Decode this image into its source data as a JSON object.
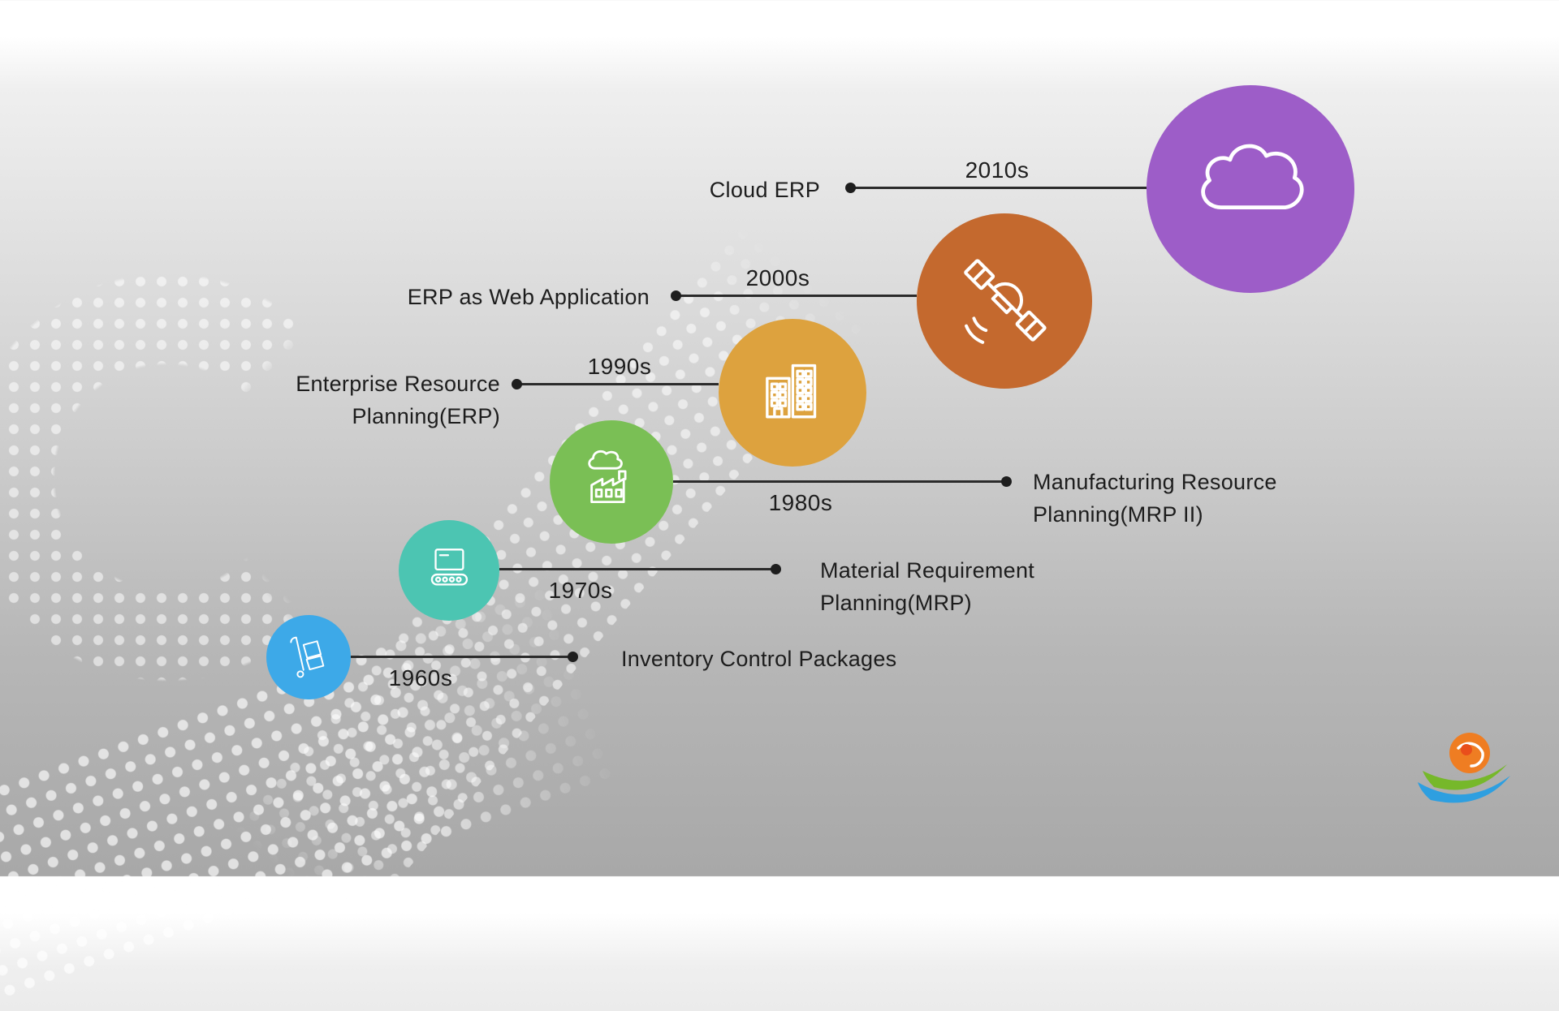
{
  "slide": {
    "background_top": "#ffffff",
    "background_bottom": "#a8a8a8",
    "dot_pattern_color": "rgba(255,255,255,0.55)",
    "connector_color": "#2b2b2b",
    "text_color": "#1d1d1d"
  },
  "timeline": {
    "items": [
      {
        "decade": "1960s",
        "label": "Inventory Control Packages",
        "color": "#3da9e8",
        "icon": "hand-truck-icon",
        "label_side": "right"
      },
      {
        "decade": "1970s",
        "label": "Material Requirement\nPlanning(MRP)",
        "color": "#4cc5b2",
        "icon": "conveyor-machine-icon",
        "label_side": "right"
      },
      {
        "decade": "1980s",
        "label": "Manufacturing Resource\nPlanning(MRP II)",
        "color": "#7abf55",
        "icon": "factory-icon",
        "label_side": "right"
      },
      {
        "decade": "1990s",
        "label": "Enterprise Resource\nPlanning(ERP)",
        "color": "#dda23e",
        "icon": "office-buildings-icon",
        "label_side": "left"
      },
      {
        "decade": "2000s",
        "label": "ERP as Web Application",
        "color": "#c4692e",
        "icon": "satellite-icon",
        "label_side": "left"
      },
      {
        "decade": "2010s",
        "label": "Cloud ERP",
        "color": "#9d5dc8",
        "icon": "cloud-icon",
        "label_side": "left"
      }
    ]
  },
  "logo": {
    "name": "brand-logo",
    "colors": {
      "sphere": "#ef7d22",
      "sphere_core": "#e94e1b",
      "leaf_arc": "#76b82a",
      "wave_arc": "#2e9fe0"
    }
  }
}
